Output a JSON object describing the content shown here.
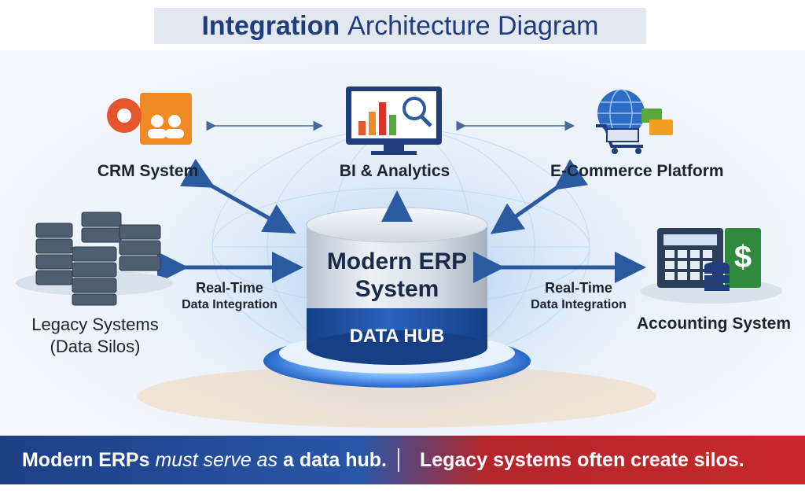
{
  "title": {
    "bold": "Integration",
    "light": "Architecture Diagram"
  },
  "nodes": {
    "crm": "CRM System",
    "bi": "BI & Analytics",
    "ecommerce": "E-Commerce Platform",
    "legacy_line1": "Legacy Systems",
    "legacy_line2": "(Data Silos)",
    "accounting": "Accounting System"
  },
  "hub": {
    "line1": "Modern ERP",
    "line2": "System",
    "band": "DATA HUB"
  },
  "integration_left": {
    "line1": "Real-Time",
    "line2": "Data Integration"
  },
  "integration_right": {
    "line1": "Real-Time",
    "line2": "Data Integration"
  },
  "banner": {
    "left_bold1": "Modern ERPs",
    "left_italic1": "must serve as",
    "left_bold2": "a data hub.",
    "right": "Legacy systems often create silos."
  },
  "icons": {
    "crm": "gear-people-icon",
    "bi": "monitor-chart-icon",
    "ecommerce": "globe-cart-icon",
    "legacy": "server-stack-icon",
    "accounting": "calculator-dollar-icon"
  },
  "colors": {
    "title_text": "#1f3d7a",
    "arrow_blue": "#2c5aa0",
    "banner_blue": "#1d3f86",
    "banner_red": "#c8282d",
    "hub_band": "#1e4f9e"
  }
}
